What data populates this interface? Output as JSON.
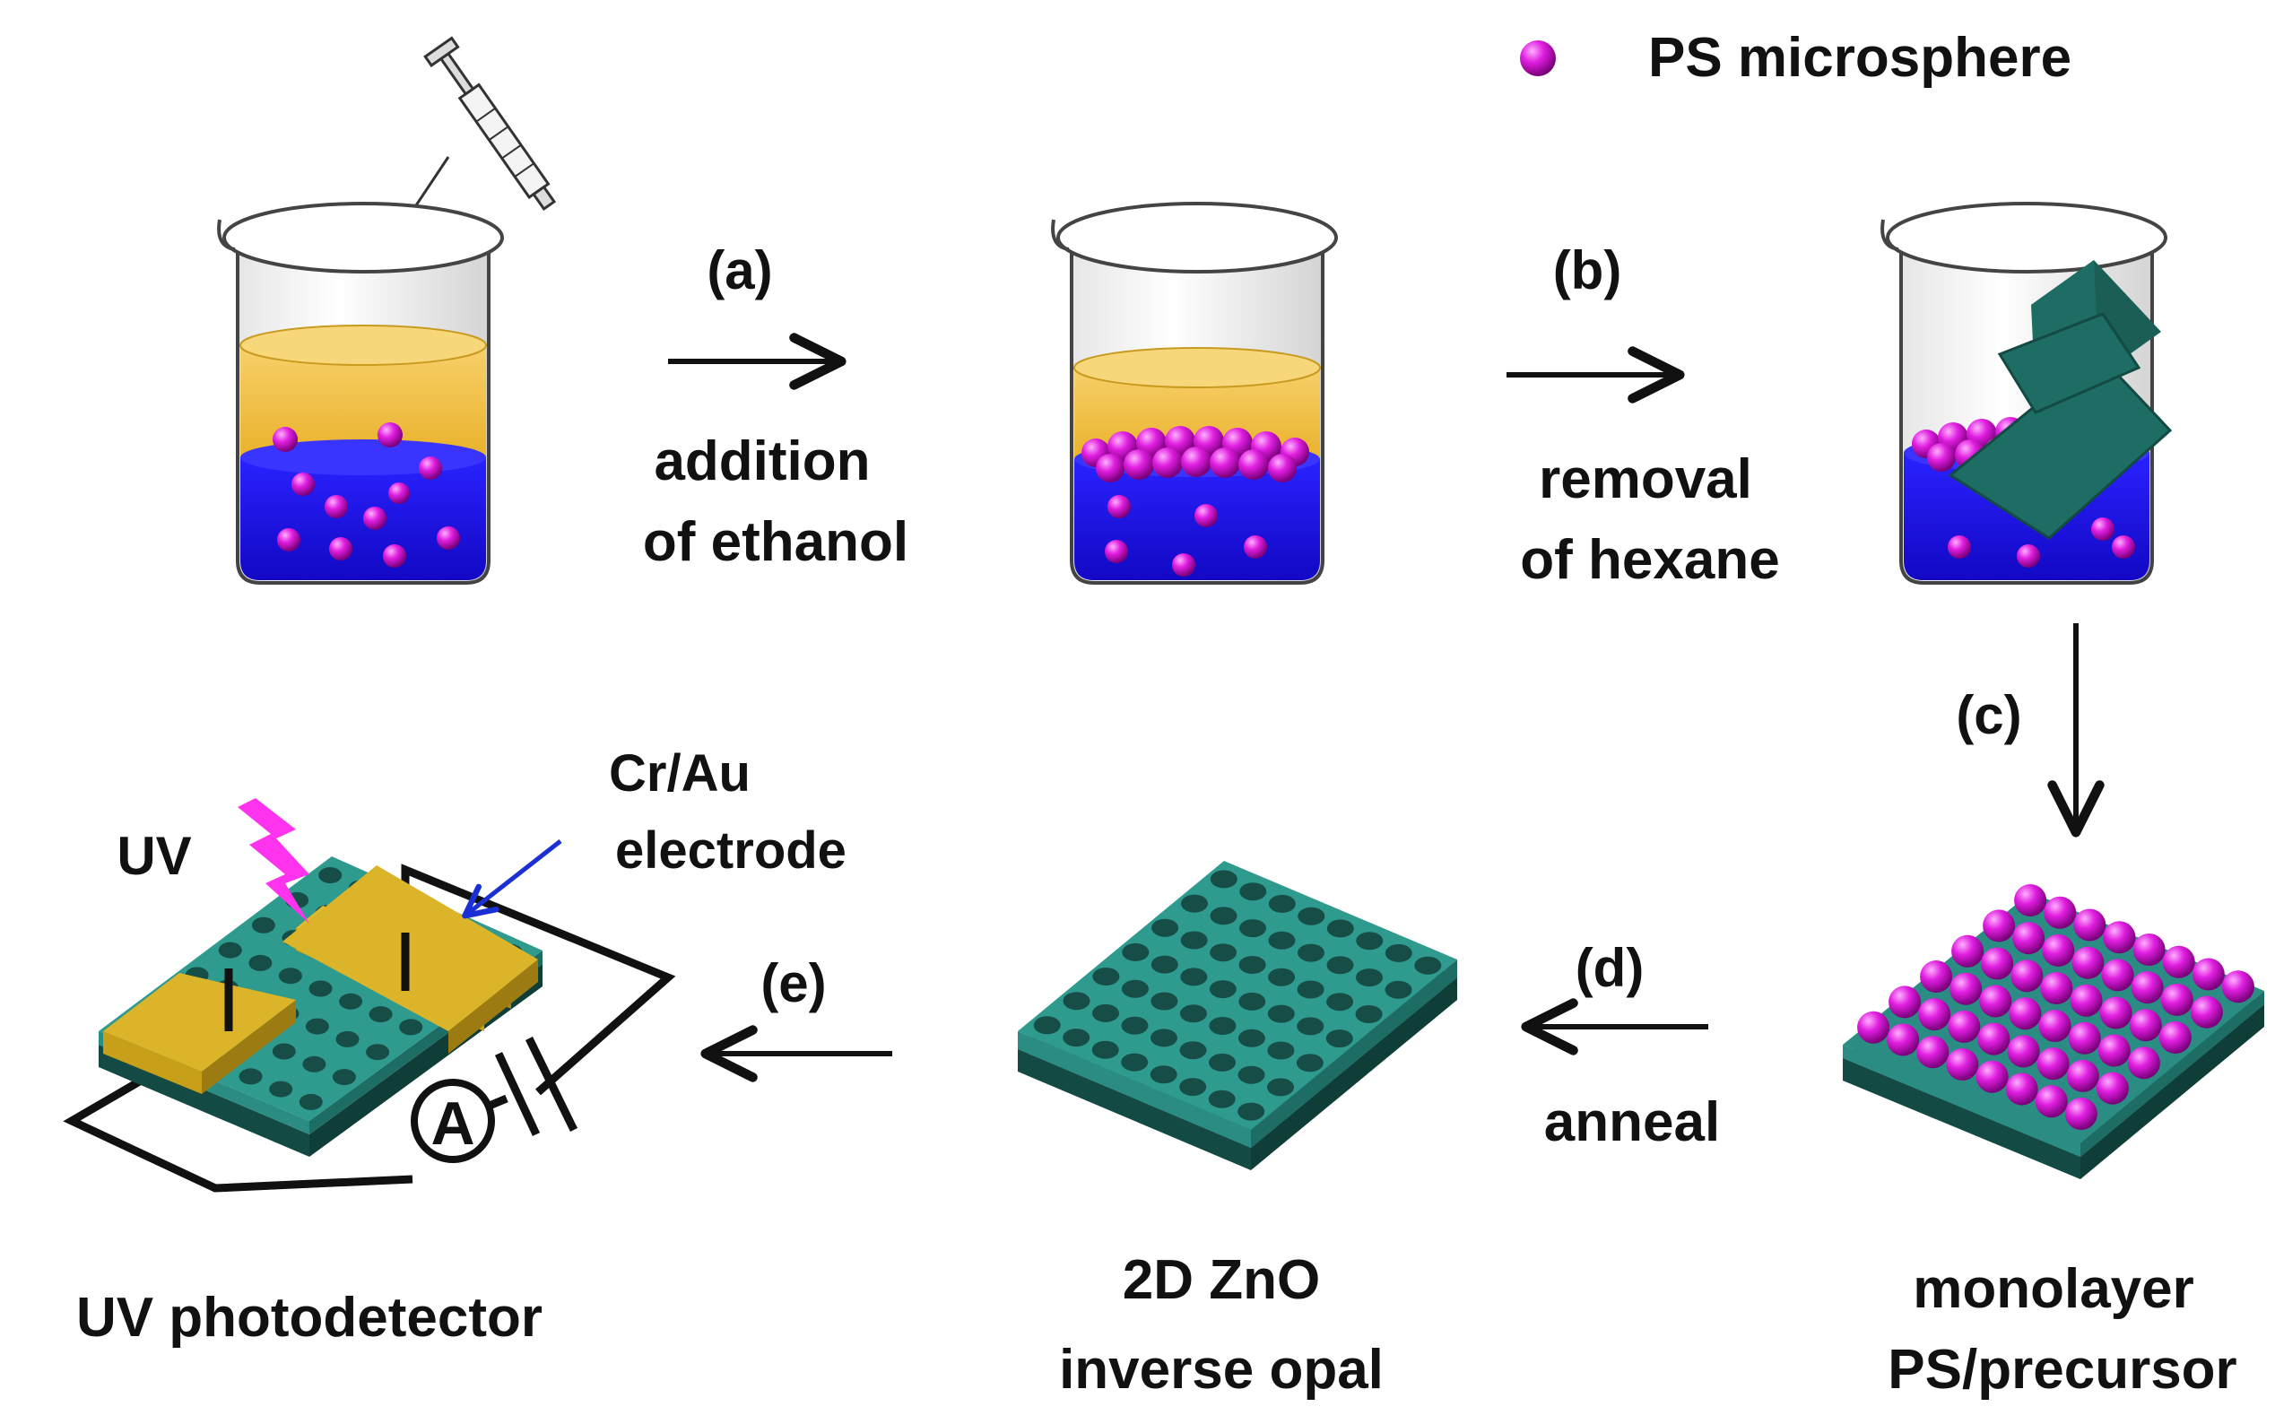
{
  "legend": {
    "label": "PS microsphere",
    "color": "#e01ee0"
  },
  "steps": {
    "a": {
      "tag": "(a)",
      "line1": "addition",
      "line2": "of ethanol"
    },
    "b": {
      "tag": "(b)",
      "line1": "removal",
      "line2": "of hexane"
    },
    "c": {
      "tag": "(c)"
    },
    "d": {
      "tag": "(d)",
      "line1": "anneal"
    },
    "e": {
      "tag": "(e)"
    }
  },
  "stages": {
    "monolayer": {
      "line1": "monolayer",
      "line2": "PS/precursor"
    },
    "zno": {
      "line1": "2D ZnO",
      "line2": "inverse opal"
    },
    "detector": {
      "line1": "UV photodetector",
      "uv": "UV",
      "electrode1": "Cr/Au",
      "electrode2": "electrode",
      "meter": "A"
    }
  },
  "colors": {
    "hexane": "#f2be3a",
    "water": "#1a14ee",
    "sphere": "#e01ee0",
    "substrate": "#1e6d64",
    "film": "#2a8c82",
    "gold": "#d8b020",
    "arrow": "#111111",
    "electrode_pointer": "#1a2fd4",
    "uv_bolt": "#ff33ee"
  },
  "icons": [
    "syringe-icon",
    "beaker-icon",
    "lightning-bolt-icon",
    "ammeter-icon",
    "battery-icon"
  ]
}
